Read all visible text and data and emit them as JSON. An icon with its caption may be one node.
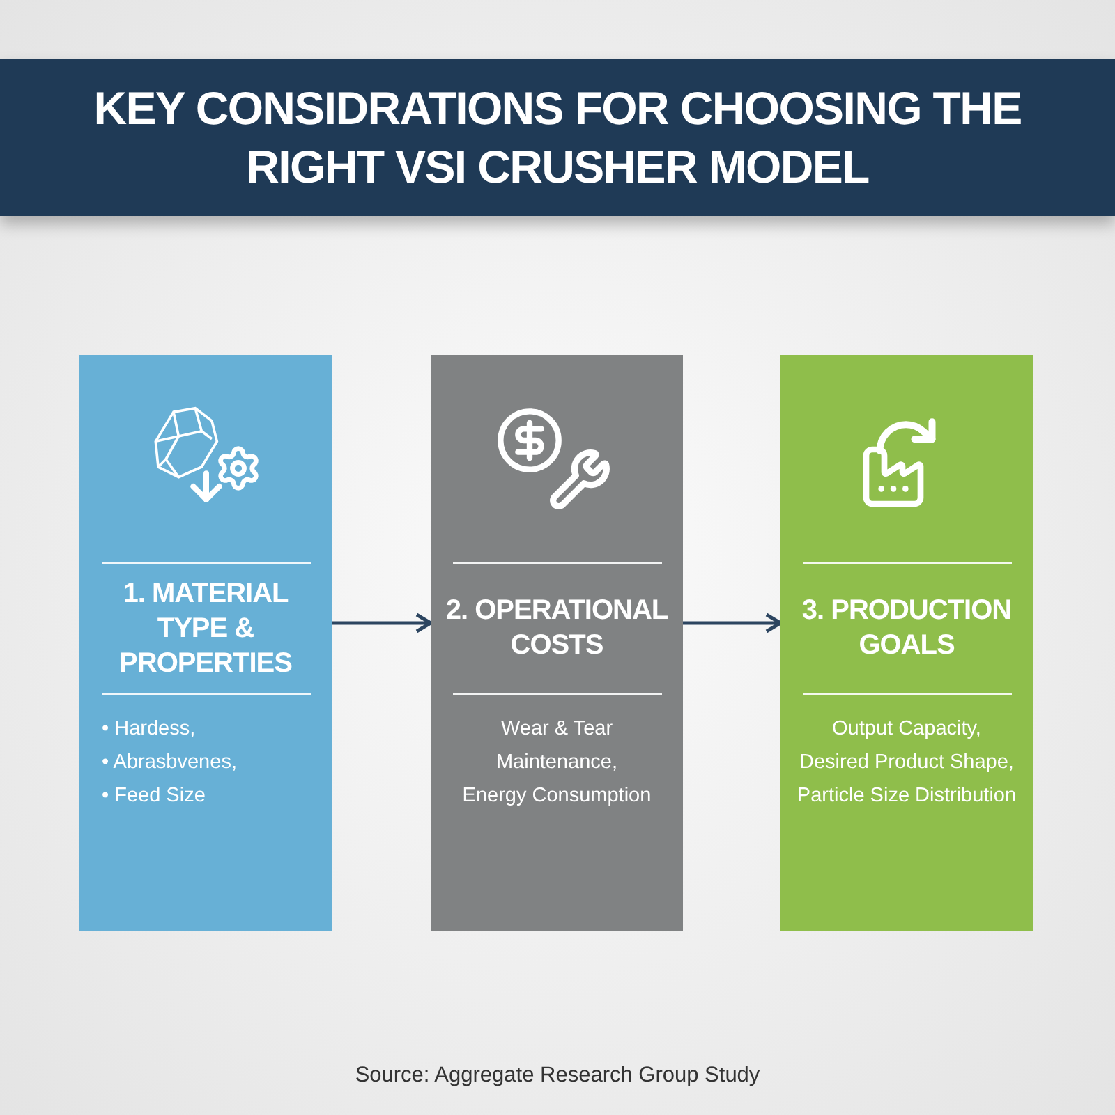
{
  "diagram": {
    "title": "KEY CONSIDRATIONS FOR CHOOSING THE RIGHT VSI CRUSHER MODEL",
    "nodes": [
      {
        "text": [
          "1. MATERIAL TYPE & PROPERTIES",
          "• Hardess,",
          "• Abrasbvenes,",
          "• Feed Size"
        ]
      },
      {
        "text": [
          "2. OPERATIONAL COSTS",
          "Wear & Tear",
          "Maintenance,",
          "Energy Consumption"
        ]
      },
      {
        "text": [
          "3. PRODUCTION GOALS",
          "Output Capacity,",
          "Desired Product Shape,",
          "Particle Size Distribution"
        ]
      }
    ],
    "edges": [
      {
        "from": 0,
        "to": 1,
        "arrow": "to"
      },
      {
        "from": 1,
        "to": 2,
        "arrow": "to"
      }
    ],
    "caption": "Source: Aggregate Research Group Study"
  }
}
